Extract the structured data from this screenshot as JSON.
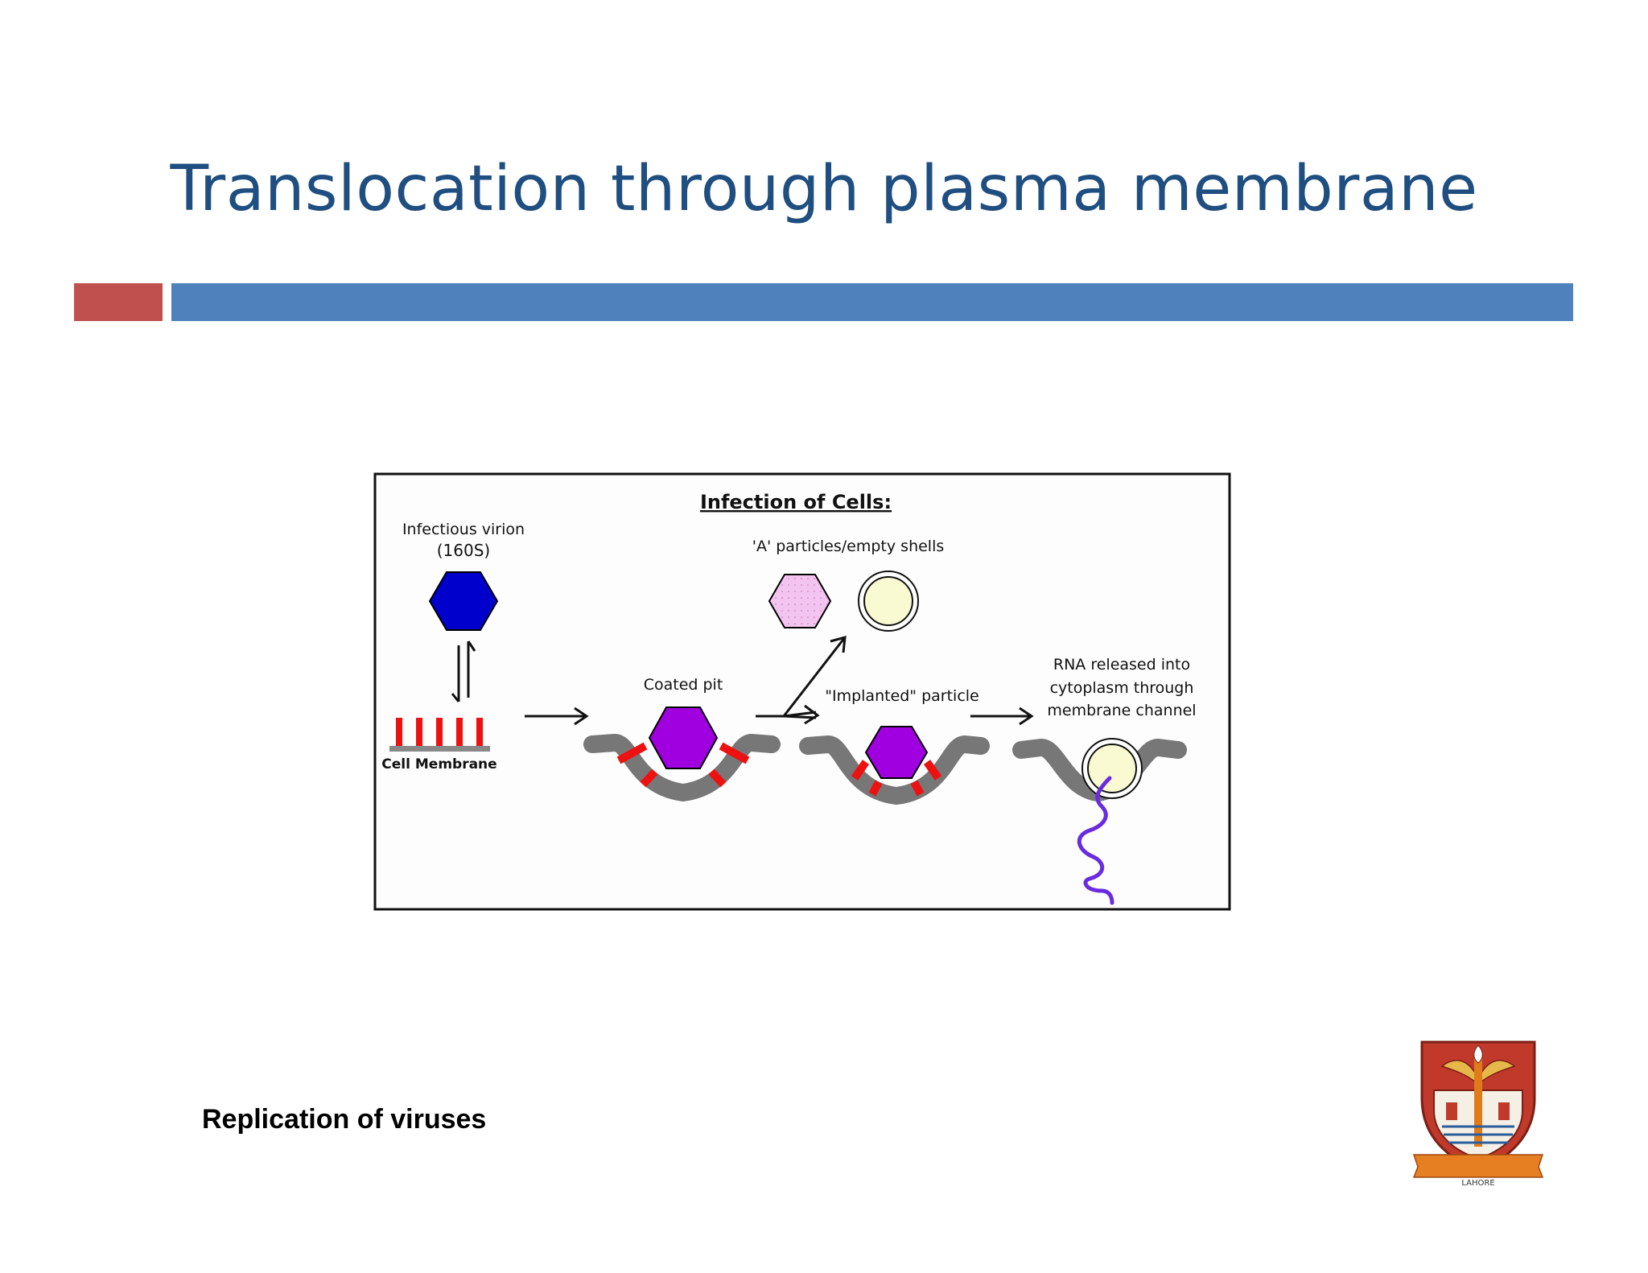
{
  "slide": {
    "title": "Translocation through plasma membrane",
    "footer": "Replication of viruses"
  },
  "diagram": {
    "heading": "Infection of Cells:",
    "virion_label_line1": "Infectious virion",
    "virion_label_line2": "(160S)",
    "membrane_label": "Cell Membrane",
    "coated_pit_label": "Coated pit",
    "empty_shells_label": "'A' particles/empty shells",
    "implanted_label": "\"Implanted\" particle",
    "rna_label_line1": "RNA released into",
    "rna_label_line2": "cytoplasm through",
    "rna_label_line3": "membrane channel"
  },
  "logo": {
    "caption": "LAHORE"
  },
  "colors": {
    "title": "#1f4e80",
    "accent_red": "#c0504d",
    "accent_blue": "#4f81bd",
    "virion": "#0000cc",
    "purple_particle": "#a000e0",
    "pink_particle": "#f4c4f0",
    "shell": "#fafad2",
    "membrane": "#777777",
    "receptor": "#ee1111",
    "rna": "#6a2be0"
  }
}
